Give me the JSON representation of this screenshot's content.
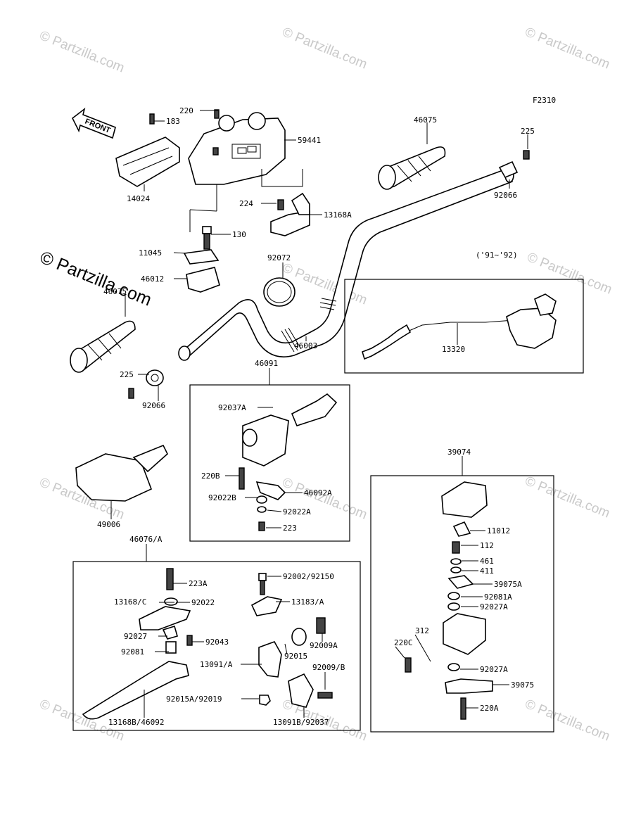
{
  "diagram": {
    "figure_code": "F2310",
    "front_label": "FRONT",
    "variant_label": "('91~'92)",
    "watermark": "© Partzilla.com",
    "labels": [
      {
        "id": "220",
        "text": "220"
      },
      {
        "id": "183",
        "text": "183"
      },
      {
        "id": "59441",
        "text": "59441"
      },
      {
        "id": "46075a",
        "text": "46075"
      },
      {
        "id": "225a",
        "text": "225"
      },
      {
        "id": "14024",
        "text": "14024"
      },
      {
        "id": "92066a",
        "text": "92066"
      },
      {
        "id": "224",
        "text": "224"
      },
      {
        "id": "13168A",
        "text": "13168A"
      },
      {
        "id": "130",
        "text": "130"
      },
      {
        "id": "11045",
        "text": "11045"
      },
      {
        "id": "92072",
        "text": "92072"
      },
      {
        "id": "46012",
        "text": "46012"
      },
      {
        "id": "46075b",
        "text": "46075"
      },
      {
        "id": "46003",
        "text": "46003"
      },
      {
        "id": "13320",
        "text": "13320"
      },
      {
        "id": "225b",
        "text": "225"
      },
      {
        "id": "46091",
        "text": "46091"
      },
      {
        "id": "92066b",
        "text": "92066"
      },
      {
        "id": "92037A",
        "text": "92037A"
      },
      {
        "id": "39074",
        "text": "39074"
      },
      {
        "id": "220B",
        "text": "220B"
      },
      {
        "id": "46092A",
        "text": "46092A"
      },
      {
        "id": "92022B",
        "text": "92022B"
      },
      {
        "id": "92022A",
        "text": "92022A"
      },
      {
        "id": "223",
        "text": "223"
      },
      {
        "id": "49006",
        "text": "49006"
      },
      {
        "id": "11012",
        "text": "11012"
      },
      {
        "id": "46076A",
        "text": "46076/A"
      },
      {
        "id": "112",
        "text": "112"
      },
      {
        "id": "461",
        "text": "461"
      },
      {
        "id": "411",
        "text": "411"
      },
      {
        "id": "223A",
        "text": "223A"
      },
      {
        "id": "92002",
        "text": "92002/92150"
      },
      {
        "id": "39075A",
        "text": "39075A"
      },
      {
        "id": "92081A",
        "text": "92081A"
      },
      {
        "id": "13168C",
        "text": "13168/C"
      },
      {
        "id": "92022",
        "text": "92022"
      },
      {
        "id": "13183A",
        "text": "13183/A"
      },
      {
        "id": "92027A_a",
        "text": "92027A"
      },
      {
        "id": "92027",
        "text": "92027"
      },
      {
        "id": "312",
        "text": "312"
      },
      {
        "id": "92043",
        "text": "92043"
      },
      {
        "id": "92009A",
        "text": "92009A"
      },
      {
        "id": "220C",
        "text": "220C"
      },
      {
        "id": "92081",
        "text": "92081"
      },
      {
        "id": "92015",
        "text": "92015"
      },
      {
        "id": "13091A",
        "text": "13091/A"
      },
      {
        "id": "92009B",
        "text": "92009/B"
      },
      {
        "id": "92027A_b",
        "text": "92027A"
      },
      {
        "id": "39075",
        "text": "39075"
      },
      {
        "id": "92015A",
        "text": "92015A/92019"
      },
      {
        "id": "220A",
        "text": "220A"
      },
      {
        "id": "13168B",
        "text": "13168B/46092"
      },
      {
        "id": "13091B",
        "text": "13091B/92037"
      }
    ]
  }
}
